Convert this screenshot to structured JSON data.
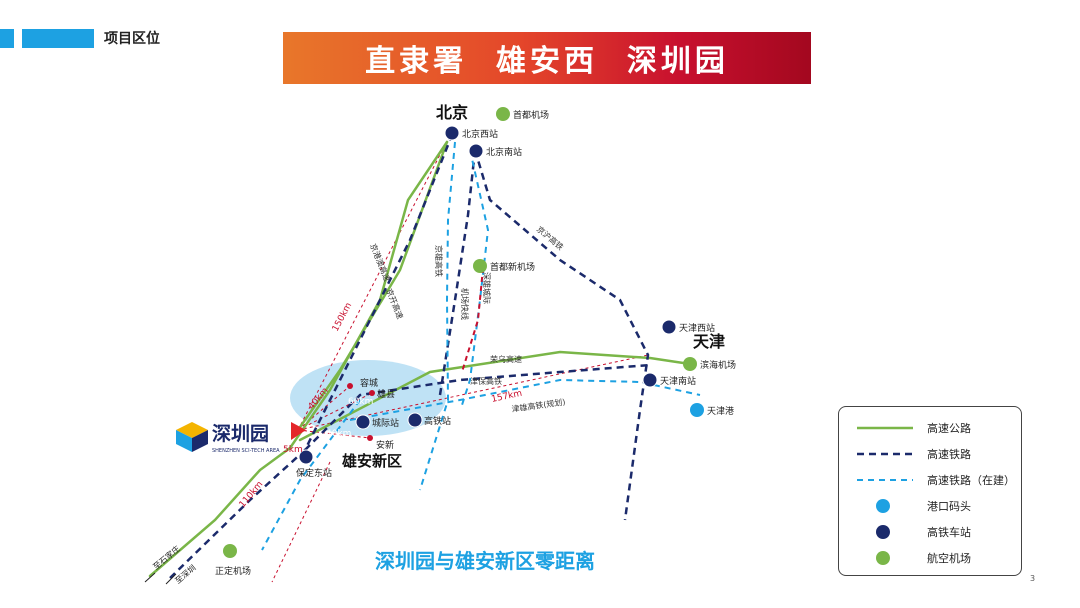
{
  "header": {
    "section_title": "项目区位",
    "banner": "直隶署  雄安西  深圳园"
  },
  "cities": {
    "beijing": "北京",
    "tianjin": "天津",
    "xiongan": "雄安新区"
  },
  "logo": {
    "name": "深圳园",
    "subtitle": "SHENZHEN SCI-TECH AREA"
  },
  "stations": {
    "beijing_west": "北京西站",
    "beijing_south": "北京南站",
    "tianjin_west": "天津西站",
    "tianjin_south": "天津南站",
    "baoding_east": "保定东站",
    "intercity": "城际站",
    "high_speed": "高铁站"
  },
  "airports": {
    "capital": "首都机场",
    "new_capital": "首都新机场",
    "binhai": "滨海机场",
    "zhengding": "正定机场"
  },
  "ports": {
    "tianjin_port": "天津港"
  },
  "towns": {
    "rongcheng": "容城",
    "xiongxian": "雄县",
    "anxin": "安新"
  },
  "routes": {
    "jingang_ao": "京港澳高速",
    "jingkai": "京开高速",
    "jingxiong": "京雄高铁",
    "jinbao": "津保高铁",
    "jinxiong": "津雄高铁(规划)",
    "rongwu": "荣乌高速",
    "jinghu": "京沪高铁",
    "airport_express": "机场快线",
    "shenzhen_road": "深雄城际"
  },
  "distances": {
    "d150": "150km",
    "d40a": "40km",
    "d60": "60km",
    "d40b": "40km",
    "d157": "157km",
    "d110": "110km",
    "d5": "5km"
  },
  "directions": {
    "shijiazhuang": "至石家庄",
    "shenzhen": "至深圳"
  },
  "legend": {
    "highway": "高速公路",
    "hsr": "高速铁路",
    "hsr_building": "高速铁路（在建）",
    "port": "港口码头",
    "hsr_station": "高铁车站",
    "airport": "航空机场"
  },
  "slogan": "深圳园与雄安新区零距离",
  "page_number": "3",
  "colors": {
    "highway": "#7ab648",
    "hsr": "#1b2a6b",
    "hsr_building": "#1da1e2",
    "banner_start": "#e8772a",
    "banner_end": "#a3081f",
    "distance": "#c8102e",
    "xiongan_zone": "#a9d8f2"
  }
}
